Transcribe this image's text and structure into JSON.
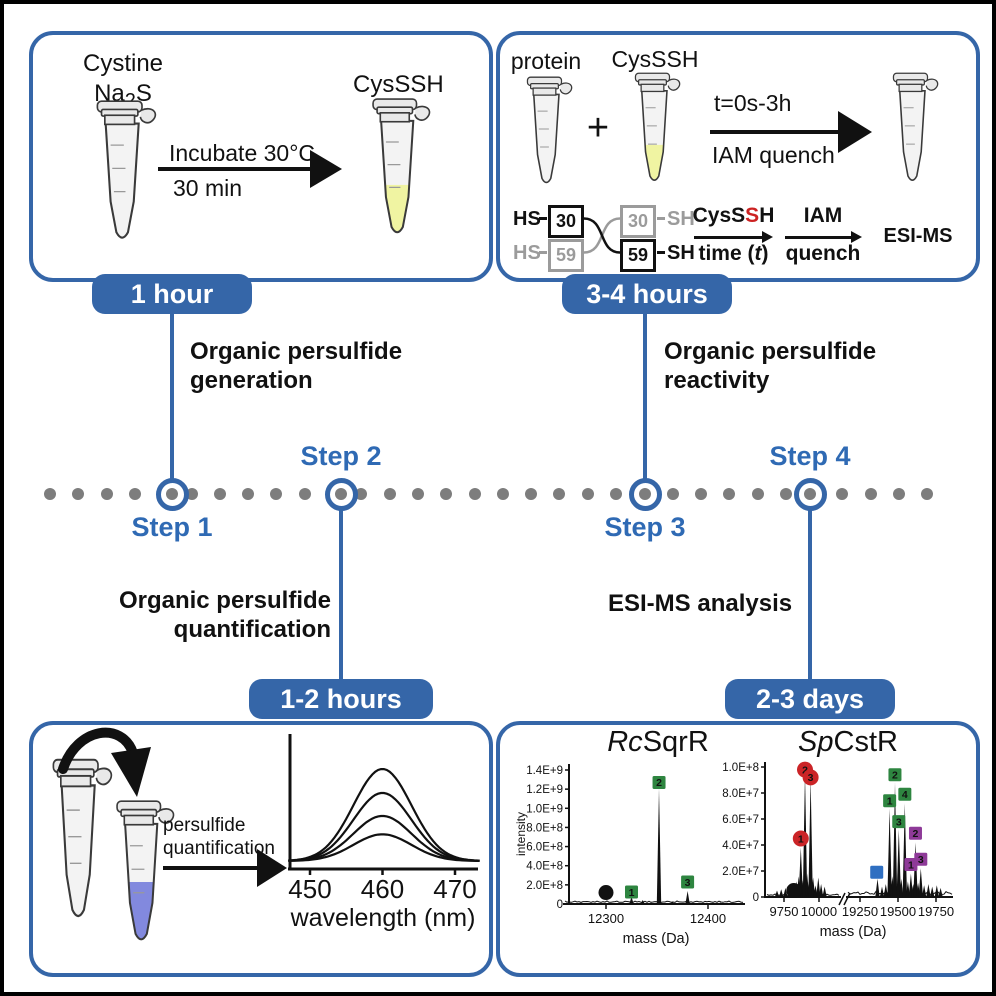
{
  "colors": {
    "accent": "#3566a8",
    "steptext": "#2f6ab4",
    "dot": "#7d7d7d",
    "schemegray": "#9b9b9b",
    "red_text": "#cc2222",
    "liquid_yellow": "#f0f4a2",
    "liquid_blue": "#8289de",
    "tube_body": "#f3f3f3",
    "tube_cap": "#e9e9e9",
    "outline": "#3a3a3a",
    "marker_green": "#2e8540",
    "marker_red": "#cb2427",
    "marker_purple": "#8e3a98",
    "marker_blue": "#2f6fc1",
    "marker_black": "#111111"
  },
  "panel_generation": {
    "badge": "1 hour",
    "reagent_title": "Cystine",
    "reagent_formula": {
      "pre": "Na",
      "sub": "2",
      "post": "S"
    },
    "arrow_label_top": "Incubate 30°C",
    "arrow_label_bottom": "30 min",
    "product_label": "CysSSH"
  },
  "panel_reactivity": {
    "badge": "3-4 hours",
    "protein_label": "protein",
    "plus": "+",
    "cysssh_label": "CysSSH",
    "condition_top": "t=0s-3h",
    "condition_bottom": "IAM quench",
    "scheme": {
      "row1": {
        "left_thiol": "HS",
        "left_res": "30",
        "right_res": "30",
        "right_thiol": "SH"
      },
      "row2": {
        "left_thiol": "HS",
        "left_res": "59",
        "right_res": "59",
        "right_thiol": "SH"
      }
    },
    "rxn1": {
      "top": {
        "pre": "CysS",
        "red": "S",
        "post": "H"
      },
      "bottom": {
        "pre": "time (",
        "it": "t",
        "post": ")"
      }
    },
    "rxn2": {
      "top": "IAM",
      "bottom": "quench"
    },
    "result": "ESI-MS"
  },
  "timeline": {
    "dot_count": 32,
    "steps": [
      {
        "label": "Step 1"
      },
      {
        "label": "Step 2"
      },
      {
        "label": "Step 3"
      },
      {
        "label": "Step 4"
      }
    ]
  },
  "section_labels": {
    "generation": {
      "l1": "Organic persulfide",
      "l2": "generation"
    },
    "reactivity": {
      "l1": "Organic persulfide",
      "l2": "reactivity"
    },
    "quantification": {
      "l1": "Organic persulfide",
      "l2": "quantification"
    },
    "esims": "ESI-MS analysis"
  },
  "panel_quantification": {
    "badge": "1-2 hours",
    "arrow_l1": "persulfide",
    "arrow_l2": "quantification"
  },
  "panel_esims": {
    "badge": "2-3 days"
  },
  "chart_data": [
    {
      "id": "absorbance",
      "type": "line",
      "xlabel": "wavelength (nm)",
      "xticks": [
        450,
        460,
        470
      ],
      "xlim": [
        447,
        473.5
      ],
      "peak_center_nm": 460,
      "sigma_nm": 4.0,
      "relative_peak_heights": [
        1.0,
        0.74,
        0.49,
        0.29
      ]
    },
    {
      "id": "rcsqrr",
      "type": "mass-spectrum",
      "title": {
        "italic": "Rc",
        "rest": "SqrR"
      },
      "ylabel": "intensity",
      "xlabel": "mass (Da)",
      "ylim": [
        0,
        1400000000.0
      ],
      "yticks": [
        {
          "label": "0",
          "value": 0
        },
        {
          "label": "2.0E+8",
          "value": 200000000.0
        },
        {
          "label": "4.0E+8",
          "value": 400000000.0
        },
        {
          "label": "6.0E+8",
          "value": 600000000.0
        },
        {
          "label": "8.0E+8",
          "value": 800000000.0
        },
        {
          "label": "1.0E+9",
          "value": 1000000000.0
        },
        {
          "label": "1.2E+9",
          "value": 1200000000.0
        },
        {
          "label": "1.4E+9",
          "value": 1400000000.0
        }
      ],
      "segments": [
        {
          "xlim": [
            12258,
            12436
          ],
          "xticks": [
            {
              "label": "12300",
              "value": 12300
            },
            {
              "label": "12400",
              "value": 12400
            }
          ],
          "peaks": [
            [
              12270,
              6000000.0
            ],
            [
              12285,
              8000000.0
            ],
            [
              12310,
              10000000.0
            ],
            [
              12325,
              75000000.0
            ],
            [
              12336,
              42000000.0
            ],
            [
              12352,
              1210000000.0
            ],
            [
              12365,
              25000000.0
            ],
            [
              12380,
              136000000.0
            ],
            [
              12398,
              13000000.0
            ],
            [
              12412,
              16000000.0
            ],
            [
              12425,
              10000000.0
            ]
          ],
          "markers": [
            {
              "mass": 12300,
              "level": 120000000.0,
              "shape": "dot",
              "color": "marker_black",
              "label": ""
            },
            {
              "mass": 12325,
              "level": 125000000.0,
              "shape": "square",
              "color": "marker_green",
              "label": "1"
            },
            {
              "mass": 12352,
              "level": 1270000000.0,
              "shape": "square",
              "color": "marker_green",
              "label": "2"
            },
            {
              "mass": 12380,
              "level": 230000000.0,
              "shape": "square",
              "color": "marker_green",
              "label": "3"
            }
          ]
        }
      ]
    },
    {
      "id": "spcstr",
      "type": "mass-spectrum",
      "title": {
        "italic": "Sp",
        "rest": "CstR"
      },
      "ylabel": "",
      "xlabel": "mass (Da)",
      "ylim": [
        0,
        100000000.0
      ],
      "yticks": [
        {
          "label": "0",
          "value": 0
        },
        {
          "label": "2.0E+7",
          "value": 20000000.0
        },
        {
          "label": "4.0E+7",
          "value": 40000000.0
        },
        {
          "label": "6.0E+7",
          "value": 60000000.0
        },
        {
          "label": "8.0E+7",
          "value": 80000000.0
        },
        {
          "label": "1.0E+8",
          "value": 100000000.0
        }
      ],
      "segments": [
        {
          "xlim": [
            9615,
            10155
          ],
          "xticks": [
            {
              "label": "9750",
              "value": 9750
            },
            {
              "label": "10000",
              "value": 10000
            }
          ],
          "peaks": [
            [
              9700,
              5000000.0
            ],
            [
              9730,
              6000000.0
            ],
            [
              9760,
              7000000.0
            ],
            [
              9790,
              8000000.0
            ],
            [
              9815,
              10000000.0
            ],
            [
              9840,
              12000000.0
            ],
            [
              9855,
              16000000.0
            ],
            [
              9870,
              38000000.0
            ],
            [
              9885,
              13000000.0
            ],
            [
              9900,
              96000000.0
            ],
            [
              9915,
              18000000.0
            ],
            [
              9928,
              12000000.0
            ],
            [
              9940,
              92000000.0
            ],
            [
              9958,
              15000000.0
            ],
            [
              9975,
              9000000.0
            ],
            [
              9995,
              15000000.0
            ],
            [
              10015,
              10000000.0
            ],
            [
              10040,
              8000000.0
            ]
          ],
          "markers": [
            {
              "mass": 9820,
              "level": 5000000.0,
              "shape": "dot",
              "color": "marker_black",
              "label": ""
            },
            {
              "mass": 9870,
              "level": 45000000.0,
              "shape": "circle",
              "color": "marker_red",
              "label": "1"
            },
            {
              "mass": 9900,
              "level": 98000000.0,
              "shape": "circle",
              "color": "marker_red",
              "label": "2"
            },
            {
              "mass": 9940,
              "level": 92000000.0,
              "shape": "circle",
              "color": "marker_red",
              "label": "3"
            }
          ]
        },
        {
          "xlim": [
            19160,
            19860
          ],
          "xticks": [
            {
              "label": "19250",
              "value": 19250
            },
            {
              "label": "19500",
              "value": 19500
            },
            {
              "label": "19750",
              "value": 19750
            }
          ],
          "peaks": [
            [
              19365,
              14000000.0
            ],
            [
              19395,
              8000000.0
            ],
            [
              19420,
              10000000.0
            ],
            [
              19445,
              68000000.0
            ],
            [
              19463,
              16000000.0
            ],
            [
              19480,
              88000000.0
            ],
            [
              19505,
              52000000.0
            ],
            [
              19522,
              14000000.0
            ],
            [
              19545,
              72000000.0
            ],
            [
              19565,
              12000000.0
            ],
            [
              19585,
              18000000.0
            ],
            [
              19600,
              10000000.0
            ],
            [
              19615,
              42000000.0
            ],
            [
              19632,
              11000000.0
            ],
            [
              19650,
              22000000.0
            ],
            [
              19672,
              9000000.0
            ],
            [
              19700,
              10000000.0
            ],
            [
              19725,
              8000000.0
            ],
            [
              19755,
              9000000.0
            ],
            [
              19780,
              7000000.0
            ]
          ],
          "markers": [
            {
              "mass": 19360,
              "level": 19000000.0,
              "shape": "square",
              "color": "marker_blue",
              "label": ""
            },
            {
              "mass": 19445,
              "level": 74000000.0,
              "shape": "square",
              "color": "marker_green",
              "label": "1"
            },
            {
              "mass": 19480,
              "level": 94000000.0,
              "shape": "square",
              "color": "marker_green",
              "label": "2"
            },
            {
              "mass": 19505,
              "level": 58000000.0,
              "shape": "square",
              "color": "marker_green",
              "label": "3"
            },
            {
              "mass": 19545,
              "level": 79000000.0,
              "shape": "square",
              "color": "marker_green",
              "label": "4"
            },
            {
              "mass": 19585,
              "level": 25000000.0,
              "shape": "square",
              "color": "marker_purple",
              "label": "1"
            },
            {
              "mass": 19615,
              "level": 49000000.0,
              "shape": "square",
              "color": "marker_purple",
              "label": "2"
            },
            {
              "mass": 19650,
              "level": 29000000.0,
              "shape": "square",
              "color": "marker_purple",
              "label": "3"
            }
          ]
        }
      ]
    }
  ]
}
